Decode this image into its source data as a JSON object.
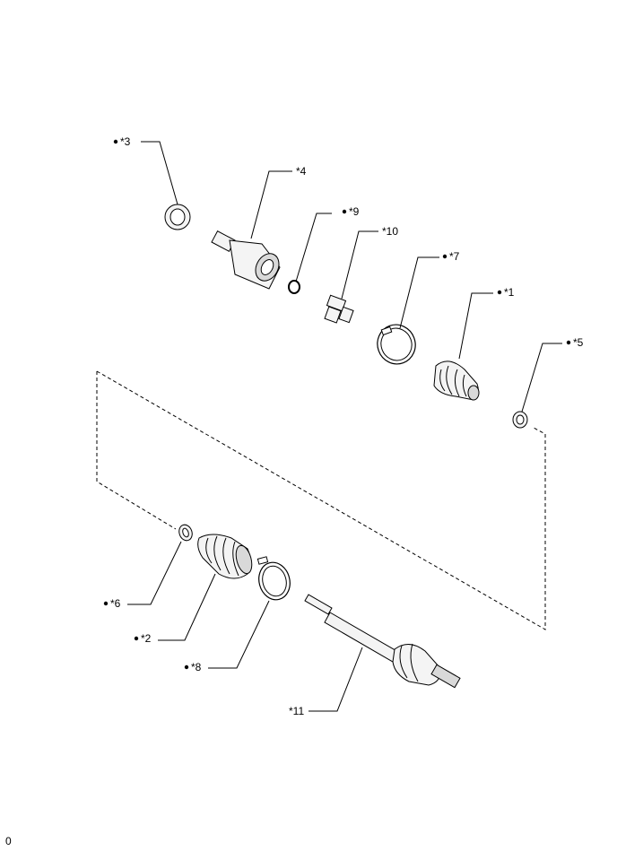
{
  "diagram": {
    "callouts": [
      {
        "id": "3",
        "text": "*3",
        "marked": true
      },
      {
        "id": "4",
        "text": "*4",
        "marked": false
      },
      {
        "id": "9",
        "text": "*9",
        "marked": true
      },
      {
        "id": "10",
        "text": "*10",
        "marked": false
      },
      {
        "id": "7",
        "text": "*7",
        "marked": true
      },
      {
        "id": "1",
        "text": "*1",
        "marked": true
      },
      {
        "id": "5",
        "text": "*5",
        "marked": true
      },
      {
        "id": "6",
        "text": "*6",
        "marked": true
      },
      {
        "id": "2",
        "text": "*2",
        "marked": true
      },
      {
        "id": "8",
        "text": "*8",
        "marked": true
      },
      {
        "id": "11",
        "text": "*11",
        "marked": false
      }
    ],
    "figure_code": "0"
  }
}
